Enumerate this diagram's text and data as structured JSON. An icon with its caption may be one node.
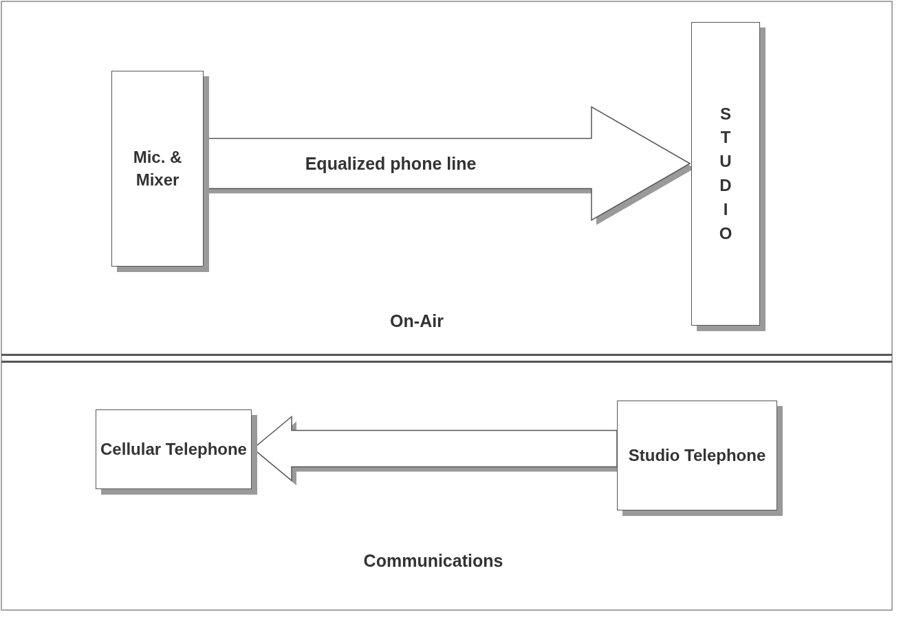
{
  "diagram": {
    "nodes": [
      {
        "text": [
          "Mic. & Mixer"
        ]
      },
      {
        "text": [
          "STUDIO"
        ]
      },
      {
        "text": [
          "Cellular Telephone"
        ]
      },
      {
        "text": [
          "Studio Telephone"
        ]
      }
    ],
    "edges": [
      {
        "from": 0,
        "to": 1,
        "arrow": "to",
        "label": "Equalized phone line",
        "style": "thick"
      },
      {
        "from": 3,
        "to": 2,
        "arrow": "to",
        "style": "thick"
      }
    ],
    "labels": [
      "On-Air",
      "Communications"
    ]
  }
}
